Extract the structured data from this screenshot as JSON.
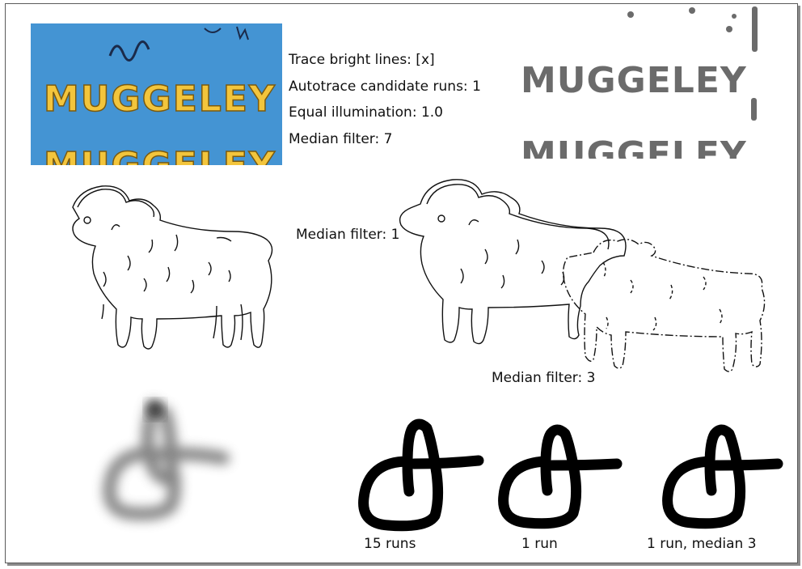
{
  "settings": {
    "trace_bright_lines": "Trace bright lines: [x]",
    "autotrace_runs": "Autotrace candidate runs: 1",
    "equal_illumination": "Equal illumination: 1.0",
    "median_filter": "Median filter: 7"
  },
  "photo": {
    "line1": "MUGGELEY",
    "line2": "MUGGELEY",
    "background_color": "#3d8fd0",
    "letter_color": "#f3c53c"
  },
  "trace": {
    "line1": "MUGGELEY",
    "line2": "MUGGELEY",
    "color": "#6b6b6b"
  },
  "sheep_labels": {
    "median_1": "Median filter: 1",
    "median_3": "Median filter: 3"
  },
  "glyph_labels": {
    "runs_15": "15 runs",
    "run_1": "1 run",
    "run_1_median_3": "1 run, median 3"
  }
}
